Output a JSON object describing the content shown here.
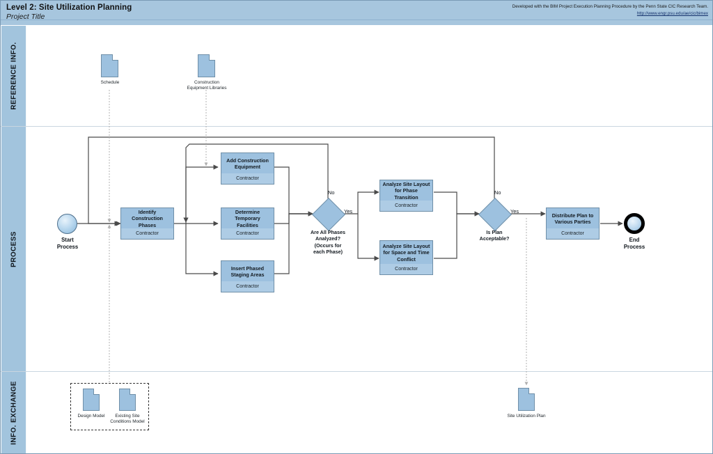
{
  "header": {
    "title": "Level 2: Site Utilization Planning",
    "subtitle": "Project Title",
    "credit": "Developed with the BIM Project Execution Planning Procedure by the Penn State CIC Research Team.",
    "link": "http://www.engr.psu.edu/ae/cic/bimex"
  },
  "lanes": [
    {
      "label": "REFERENCE INFO."
    },
    {
      "label": "PROCESS"
    },
    {
      "label": "INFO. EXCHANGE"
    }
  ],
  "reference_docs": [
    {
      "label": "Schedule"
    },
    {
      "label": "Construction\nEquipment Libraries"
    }
  ],
  "events": [
    {
      "label": "Start\nProcess"
    },
    {
      "label": "End\nProcess"
    }
  ],
  "tasks": [
    {
      "title": "Identify Construction Phases",
      "role": "Contractor"
    },
    {
      "title": "Add Construction Equipment",
      "role": "Contractor"
    },
    {
      "title": "Determine Temporary Facilities",
      "role": "Contractor"
    },
    {
      "title": "Insert Phased Staging Areas",
      "role": "Contractor"
    },
    {
      "title": "Analyze Site Layout for Phase Transition",
      "role": "Contractor"
    },
    {
      "title": "Analyze Site Layout for Space and Time Conflict",
      "role": "Contractor"
    },
    {
      "title": "Distribute Plan to Various Parties",
      "role": "Contractor"
    }
  ],
  "gateways": [
    {
      "label": "Are All Phases\nAnalyzed?\n(Occurs for\neach Phase)"
    },
    {
      "label": "Is Plan\nAcceptable?"
    }
  ],
  "edge_labels": {
    "gw1_no": "No",
    "gw1_yes": "Yes",
    "gw2_no": "No",
    "gw2_yes": "Yes"
  },
  "exchange_docs": [
    {
      "label": "Design Model"
    },
    {
      "label": "Existing Site\nConditions Model"
    },
    {
      "label": "Site Utilization Plan"
    }
  ],
  "colors": {
    "header_bg": "#a7c6de",
    "lane_bg": "#a2c4dd",
    "node_fill": "#9dc1df",
    "node_role_fill": "#aecce5",
    "node_stroke": "#6f8fa8",
    "flow_stroke": "#4a4a4a",
    "assoc_stroke": "#b0b0b0"
  }
}
